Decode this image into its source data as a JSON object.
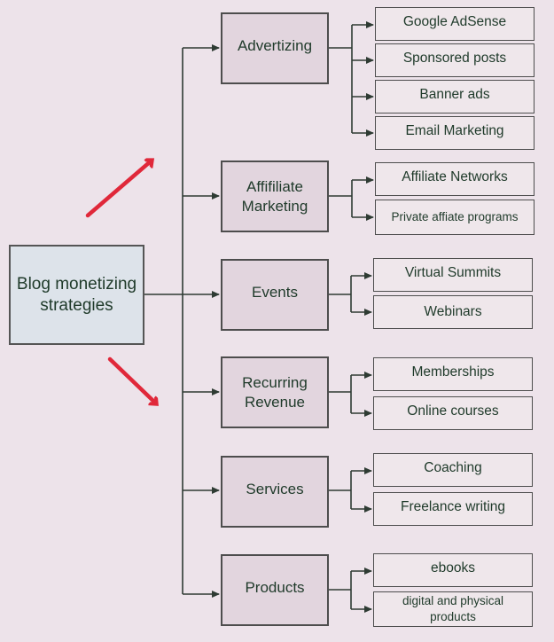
{
  "root": {
    "label": "Blog monetizing\nstrategies"
  },
  "categories": [
    {
      "label": "Advertizing",
      "items": [
        "Google AdSense",
        "Sponsored posts",
        "Banner ads",
        "Email Marketing"
      ]
    },
    {
      "label": "Affifiliate\nMarketing",
      "items": [
        "Affiliate Networks",
        "Private affiate programs"
      ]
    },
    {
      "label": "Events",
      "items": [
        "Virtual Summits",
        "Webinars"
      ]
    },
    {
      "label": "Recurring\nRevenue",
      "items": [
        "Memberships",
        "Online courses"
      ]
    },
    {
      "label": "Services",
      "items": [
        "Coaching",
        "Freelance writing"
      ]
    },
    {
      "label": "Products",
      "items": [
        "ebooks",
        "digital and physical\nproducts"
      ]
    }
  ],
  "colors": {
    "line": "#2e3b33",
    "arrow_red": "#e0283a",
    "background": "#ede3ea"
  }
}
